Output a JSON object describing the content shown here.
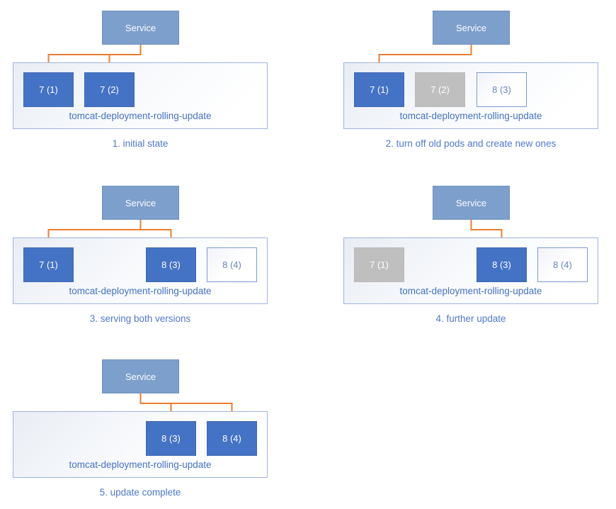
{
  "colors": {
    "service_fill": "#7d9fcc",
    "service_border": "#6d90bf",
    "service_text": "#fcfdfe",
    "pod_active_fill": "#4472c4",
    "pod_active_text": "#ffffff",
    "pod_inactive_fill": "#bfbfbf",
    "pod_inactive_text": "#ffffff",
    "pod_new_border": "#7e9ad2",
    "pod_new_text": "#6884bf",
    "arrow": "#ed7d31",
    "deployment_border": "#9fb4de",
    "deployment_label_text": "#4472c4",
    "caption_text": "#4f78cb"
  },
  "diagram": {
    "service_label": "Service",
    "deployment_label": "tomcat-deployment-rolling-update",
    "panels": [
      {
        "caption": "1. initial state",
        "pods": [
          {
            "label": "7 (1)",
            "state": "active",
            "slot": "a"
          },
          {
            "label": "7 (2)",
            "state": "active",
            "slot": "b"
          }
        ],
        "arrows_to": [
          0,
          1
        ]
      },
      {
        "caption": "2. turn off old pods and create new ones",
        "pods": [
          {
            "label": "7 (1)",
            "state": "active",
            "slot": "a"
          },
          {
            "label": "7 (2)",
            "state": "inactive",
            "slot": "b"
          },
          {
            "label": "8 (3)",
            "state": "new",
            "slot": "c"
          }
        ],
        "arrows_to": [
          0
        ]
      },
      {
        "caption": "3. serving both versions",
        "pods": [
          {
            "label": "7 (1)",
            "state": "active",
            "slot": "a"
          },
          {
            "label": "8 (3)",
            "state": "active",
            "slot": "c"
          },
          {
            "label": "8 (4)",
            "state": "new",
            "slot": "d"
          }
        ],
        "arrows_to": [
          0,
          1
        ]
      },
      {
        "caption": "4. further update",
        "pods": [
          {
            "label": "7 (1)",
            "state": "inactive",
            "slot": "a"
          },
          {
            "label": "8 (3)",
            "state": "active",
            "slot": "c"
          },
          {
            "label": "8 (4)",
            "state": "new",
            "slot": "d"
          }
        ],
        "arrows_to": [
          1
        ]
      },
      {
        "caption": "5. update complete",
        "pods": [
          {
            "label": "8 (3)",
            "state": "active",
            "slot": "c"
          },
          {
            "label": "8 (4)",
            "state": "active",
            "slot": "d"
          }
        ],
        "arrows_to": [
          0,
          1
        ]
      }
    ]
  }
}
